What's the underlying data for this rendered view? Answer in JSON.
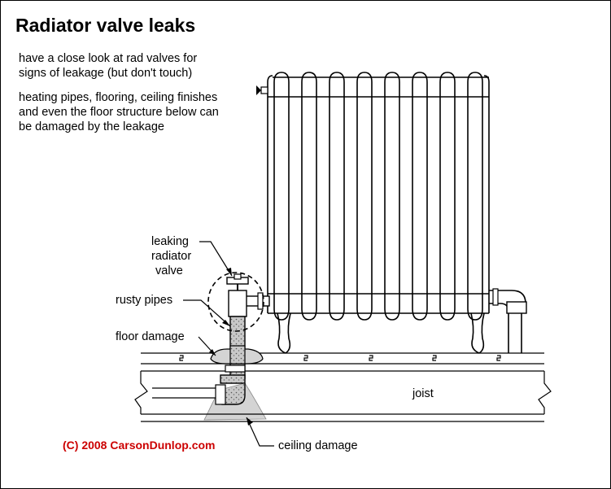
{
  "title": "Radiator valve leaks",
  "intro": {
    "paragraph1": [
      "have a close look at rad valves for",
      "signs of leakage (but don't touch)"
    ],
    "paragraph2": [
      "heating pipes, flooring, ceiling finishes",
      "and even the floor structure below can",
      "be damaged by the leakage"
    ]
  },
  "labels": {
    "leaking_valve": [
      "leaking",
      "radiator",
      "valve"
    ],
    "rusty_pipes": "rusty pipes",
    "floor_damage": "floor damage",
    "joist": "joist",
    "ceiling_damage": "ceiling damage"
  },
  "copyright": "(C) 2008 CarsonDunlop.com",
  "colors": {
    "copyright": "#cc0000",
    "damage_fill": "#d4d4d4",
    "line": "#000000"
  }
}
